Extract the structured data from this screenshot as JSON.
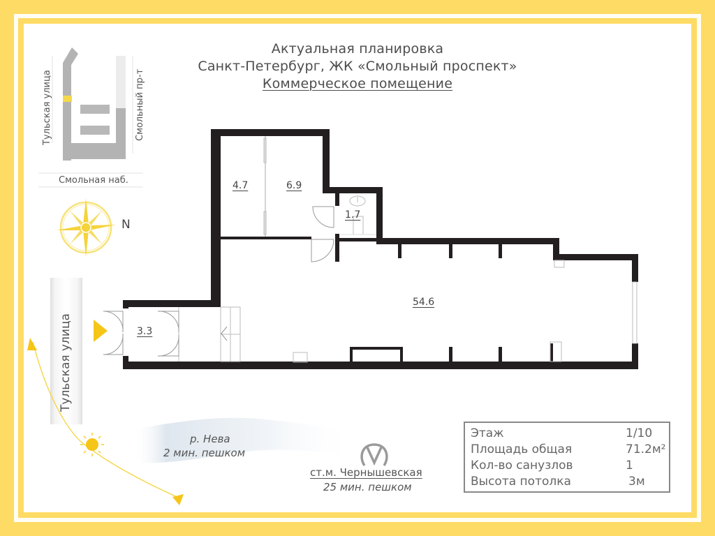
{
  "header": {
    "title": "Актуальная планировка",
    "location": "Санкт-Петербург, ЖК «Смольный  проспект»",
    "property_type": "Коммерческое помещение"
  },
  "mini_map": {
    "street_left": "Тульская улица",
    "street_right": "Смольный пр-т",
    "street_bottom": "Смольная наб."
  },
  "compass": {
    "icon": "compass-rose-icon",
    "direction_label": "N"
  },
  "floor_plan": {
    "side_street": "Тульская улица",
    "rooms": [
      {
        "id": "room-a",
        "area": "4.7"
      },
      {
        "id": "room-b",
        "area": "6.9"
      },
      {
        "id": "bathroom",
        "area": "1.7"
      },
      {
        "id": "main-hall",
        "area": "54.6"
      },
      {
        "id": "vestibule",
        "area": "3.3"
      }
    ],
    "colors": {
      "wall": "#231f20",
      "accent": "#F5C518",
      "frame": "#FEDB64"
    }
  },
  "landmarks": {
    "river": {
      "name": "р. Нева",
      "time": "2 мин. пешком"
    },
    "metro": {
      "icon": "metro-logo-icon",
      "name": "ст.м. Чернышевская",
      "time": "25 мин. пешком"
    }
  },
  "info_table": {
    "rows": [
      {
        "label": "Этаж",
        "value": "1/10"
      },
      {
        "label": "Площадь общая",
        "value": "71.2м²"
      },
      {
        "label": "Кол-во санузлов",
        "value": "1"
      },
      {
        "label": "Высота потолка",
        "value": "3м"
      }
    ]
  }
}
